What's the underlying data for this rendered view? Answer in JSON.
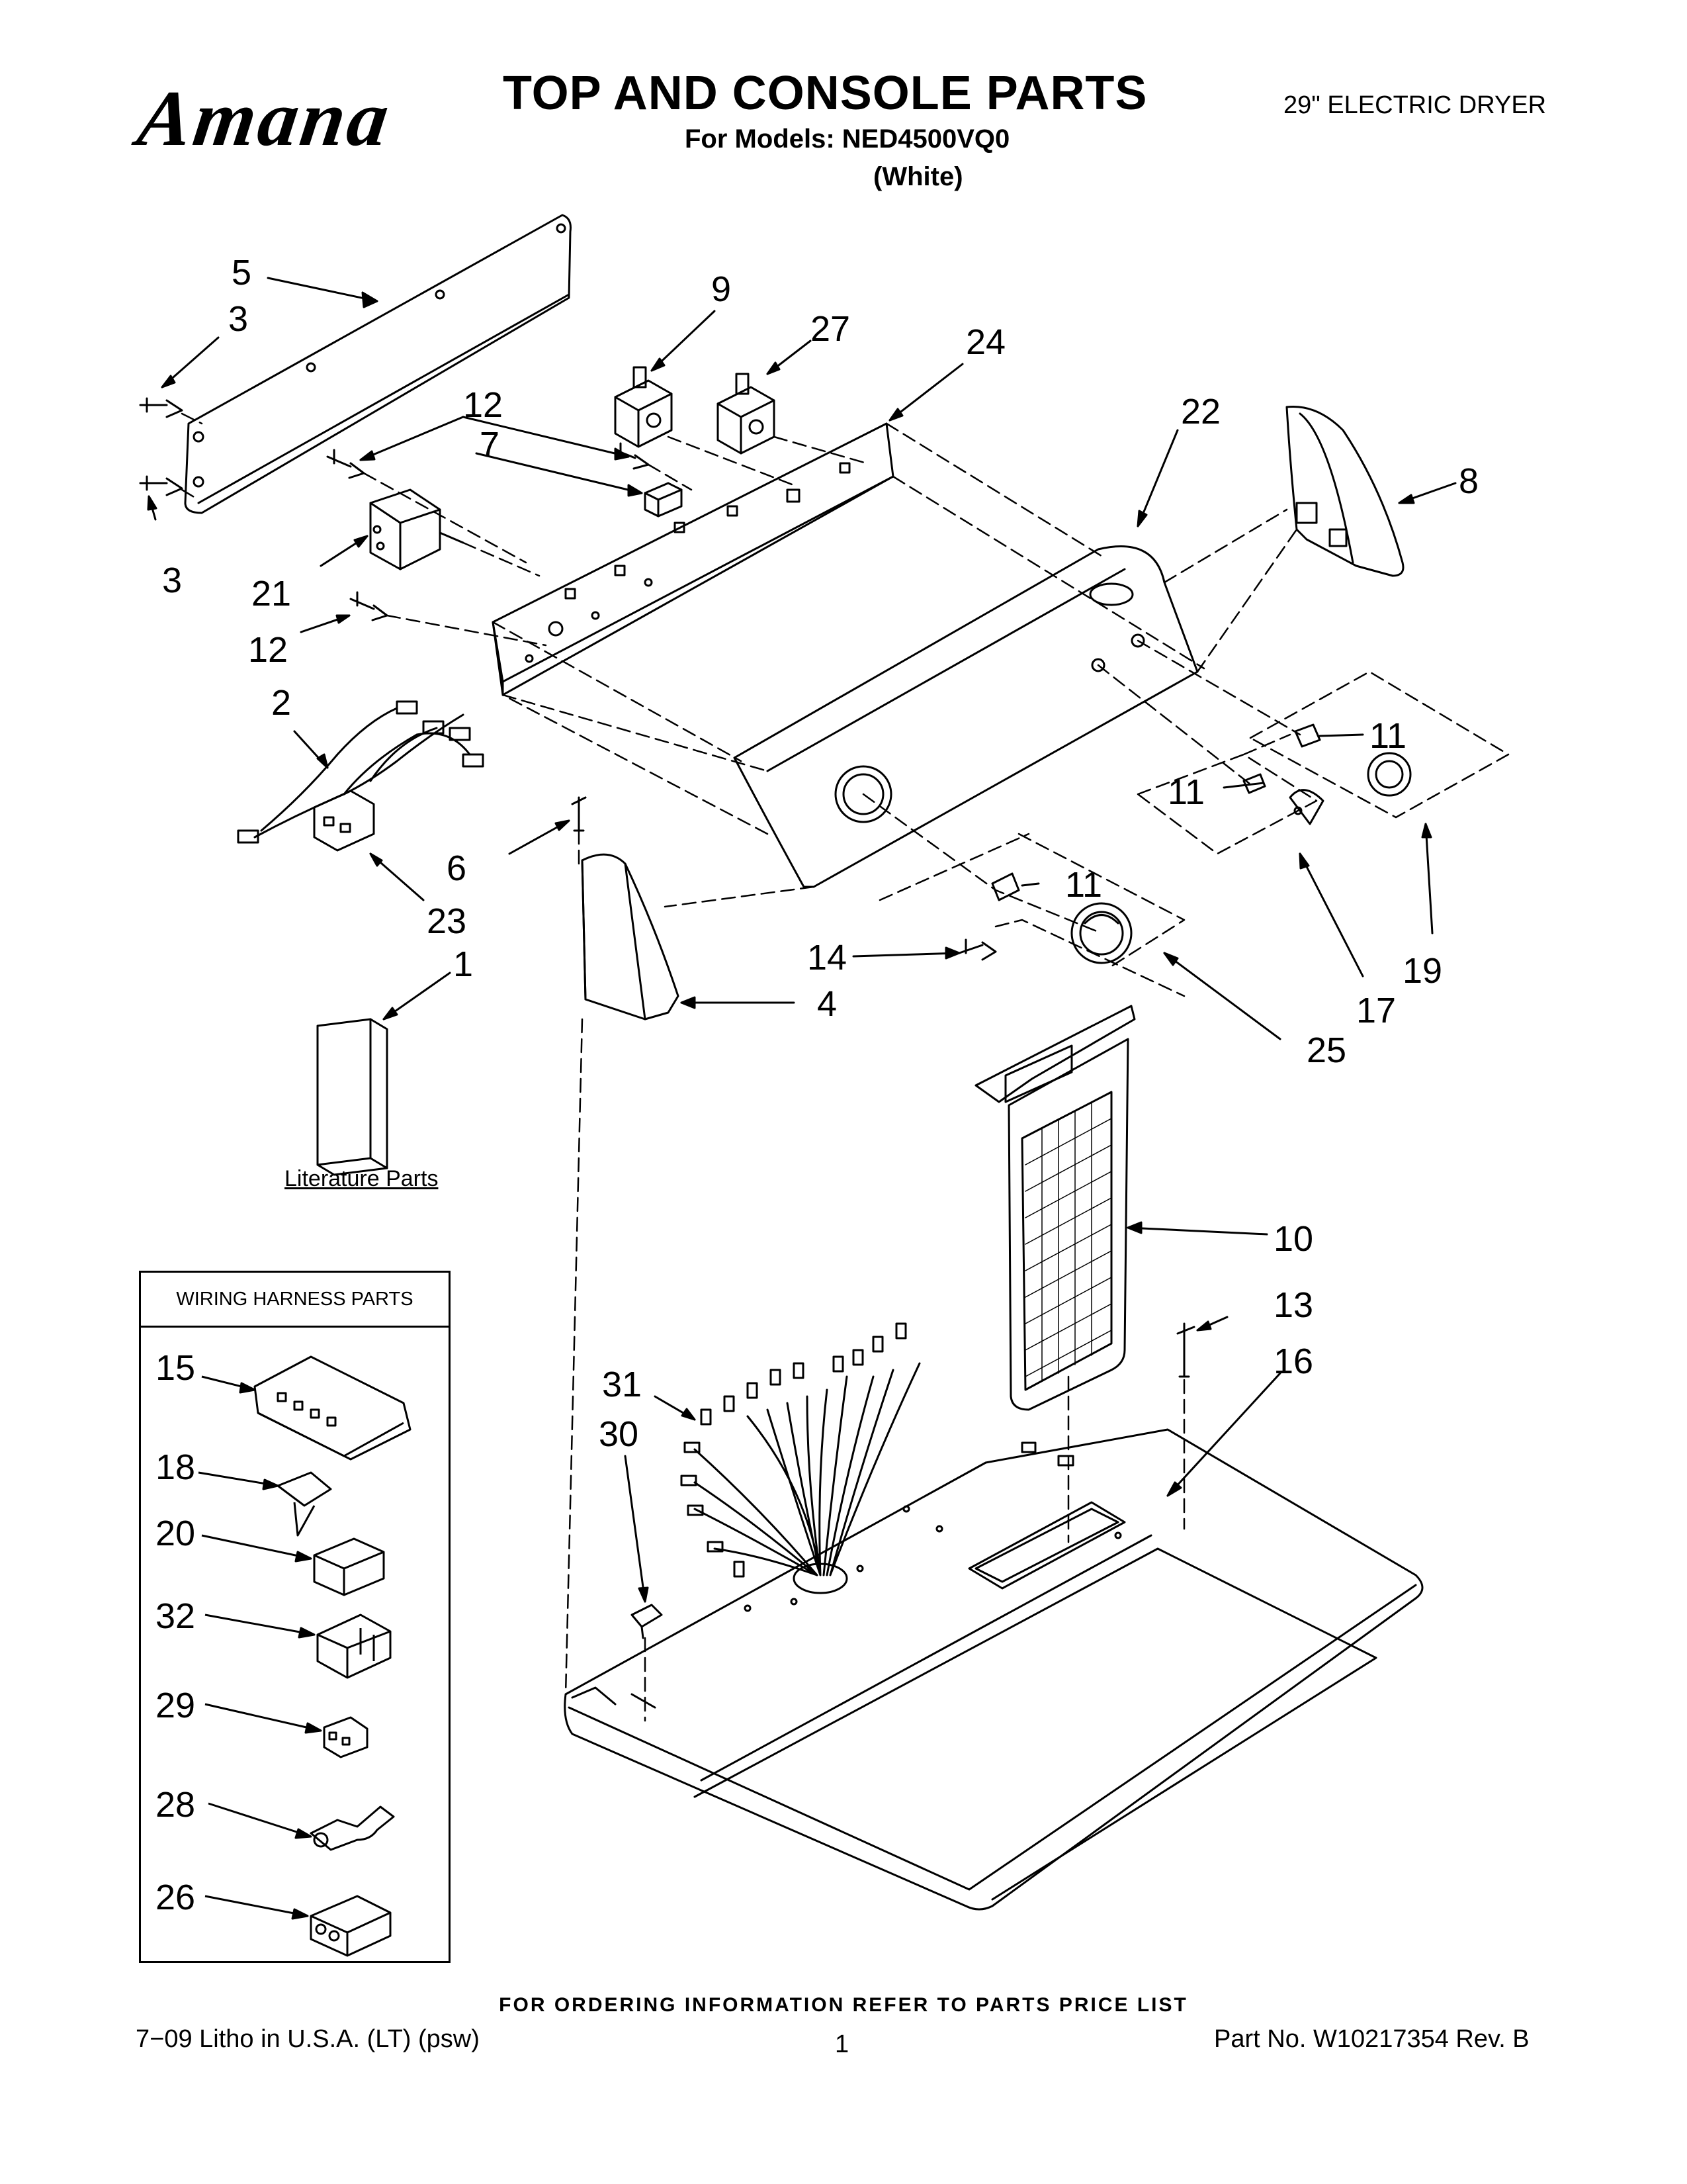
{
  "header": {
    "brand": "Amana",
    "title": "TOP AND CONSOLE PARTS",
    "models": "For Models: NED4500VQ0",
    "color": "(White)",
    "product": "29\" ELECTRIC DRYER"
  },
  "literature_label": "Literature Parts",
  "wiring_box": {
    "title": "WIRING HARNESS PARTS",
    "items": [
      "15",
      "18",
      "20",
      "32",
      "29",
      "28",
      "26"
    ]
  },
  "callouts": [
    "5",
    "3",
    "3",
    "9",
    "27",
    "24",
    "22",
    "8",
    "12",
    "7",
    "21",
    "12",
    "2",
    "6",
    "23",
    "1",
    "4",
    "14",
    "11",
    "11",
    "11",
    "25",
    "17",
    "19",
    "10",
    "13",
    "16",
    "31",
    "30"
  ],
  "footer": {
    "ordering": "FOR ORDERING INFORMATION REFER TO PARTS PRICE LIST",
    "litho": "7−09 Litho in U.S.A. (LT) (psw)",
    "page": "1",
    "part_no": "Part No. W10217354 Rev. B"
  }
}
